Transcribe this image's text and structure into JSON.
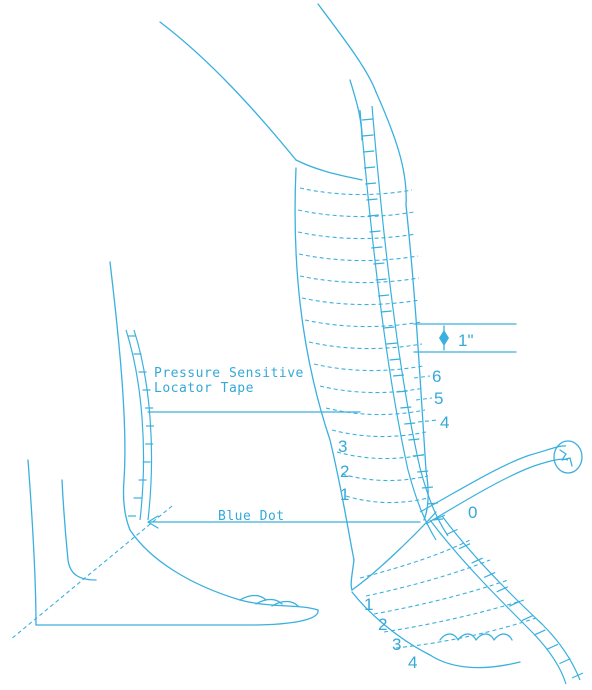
{
  "labels": {
    "locator_tape_line1": "Pressure Sensitive",
    "locator_tape_line2": "Locator Tape",
    "blue_dot": "Blue Dot",
    "one_inch": "1\""
  },
  "leg_marks": [
    "1",
    "2",
    "3",
    "4",
    "5",
    "6"
  ],
  "origin_mark": "0",
  "foot_marks": [
    "1",
    "2",
    "3",
    "4"
  ],
  "colors": {
    "ink": "#3ab0de",
    "paper": "#ffffff"
  }
}
